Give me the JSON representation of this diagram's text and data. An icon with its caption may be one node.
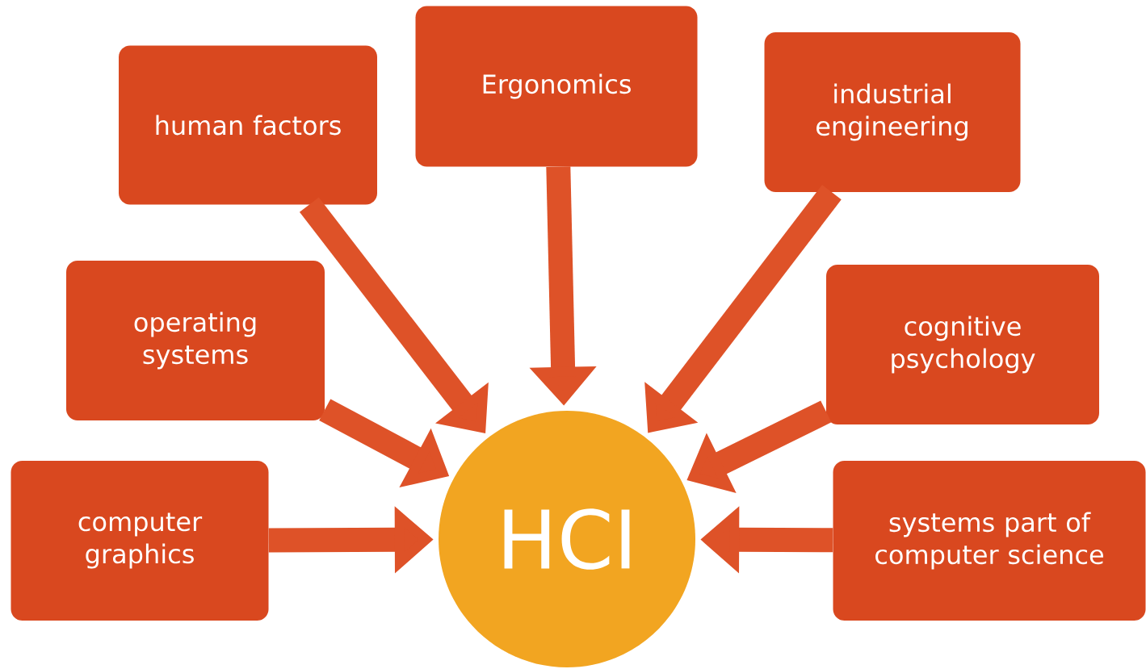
{
  "diagram": {
    "nodes": [
      {
        "text": [
          "human factors"
        ]
      },
      {
        "text": [
          "Ergonomics"
        ]
      },
      {
        "text": [
          "industrial engineering"
        ]
      },
      {
        "text": [
          "operating systems"
        ]
      },
      {
        "text": [
          "cognitive psychology"
        ]
      },
      {
        "text": [
          "computer graphics"
        ]
      },
      {
        "text": [
          "HCI"
        ]
      },
      {
        "text": [
          "systems part of computer science"
        ]
      }
    ],
    "edges": [
      {
        "from": 0,
        "to": 6,
        "arrow": "to"
      },
      {
        "from": 1,
        "to": 6,
        "arrow": "to"
      },
      {
        "from": 2,
        "to": 6,
        "arrow": "to"
      },
      {
        "from": 3,
        "to": 6,
        "arrow": "to"
      },
      {
        "from": 4,
        "to": 6,
        "arrow": "to"
      },
      {
        "from": 5,
        "to": 6,
        "arrow": "to"
      },
      {
        "from": 7,
        "to": 6,
        "arrow": "to"
      }
    ]
  }
}
